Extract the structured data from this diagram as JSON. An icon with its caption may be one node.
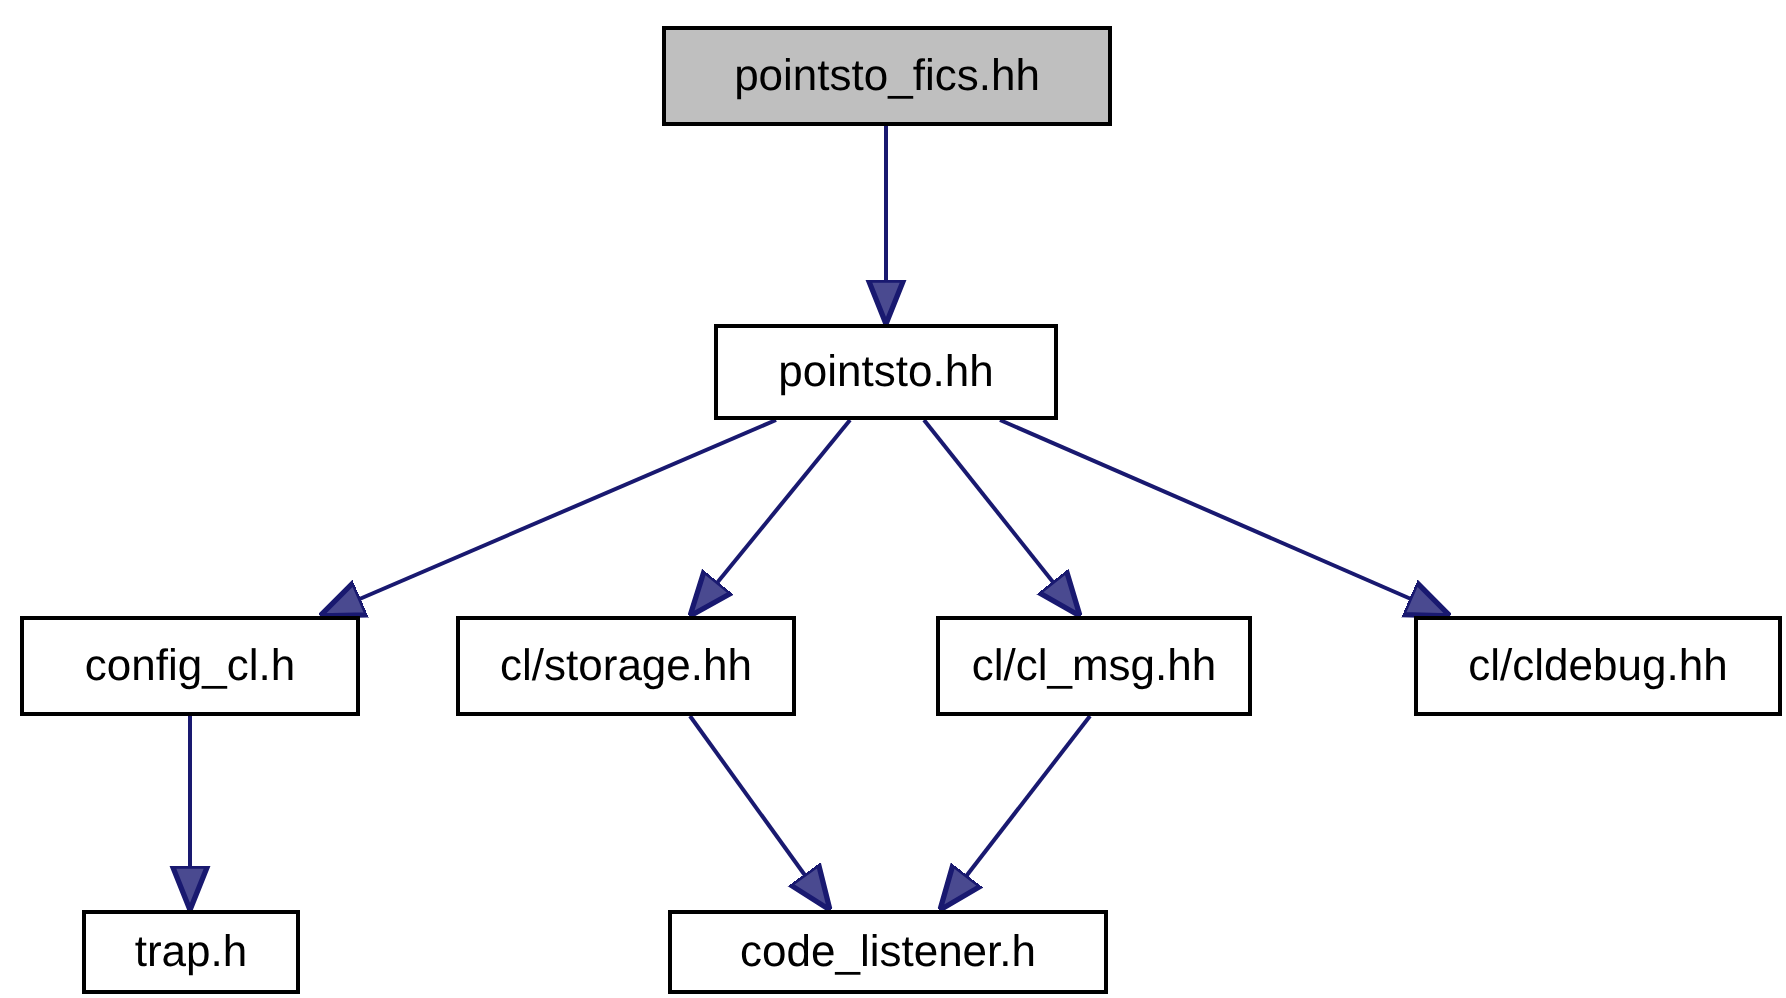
{
  "diagram": {
    "nodes": [
      {
        "text": [
          "pointsto_fics.hh"
        ]
      },
      {
        "text": [
          "pointsto.hh"
        ]
      },
      {
        "text": [
          "config_cl.h"
        ]
      },
      {
        "text": [
          "cl/storage.hh"
        ]
      },
      {
        "text": [
          "cl/cl_msg.hh"
        ]
      },
      {
        "text": [
          "cl/cldebug.hh"
        ]
      },
      {
        "text": [
          "trap.h"
        ]
      },
      {
        "text": [
          "code_listener.h"
        ]
      }
    ],
    "edges": [
      {
        "from": 0,
        "to": 1,
        "arrow": "to"
      },
      {
        "from": 1,
        "to": 2,
        "arrow": "to"
      },
      {
        "from": 1,
        "to": 3,
        "arrow": "to"
      },
      {
        "from": 1,
        "to": 4,
        "arrow": "to"
      },
      {
        "from": 1,
        "to": 5,
        "arrow": "to"
      },
      {
        "from": 2,
        "to": 6,
        "arrow": "to"
      },
      {
        "from": 3,
        "to": 7,
        "arrow": "to"
      },
      {
        "from": 4,
        "to": 7,
        "arrow": "to"
      }
    ]
  }
}
